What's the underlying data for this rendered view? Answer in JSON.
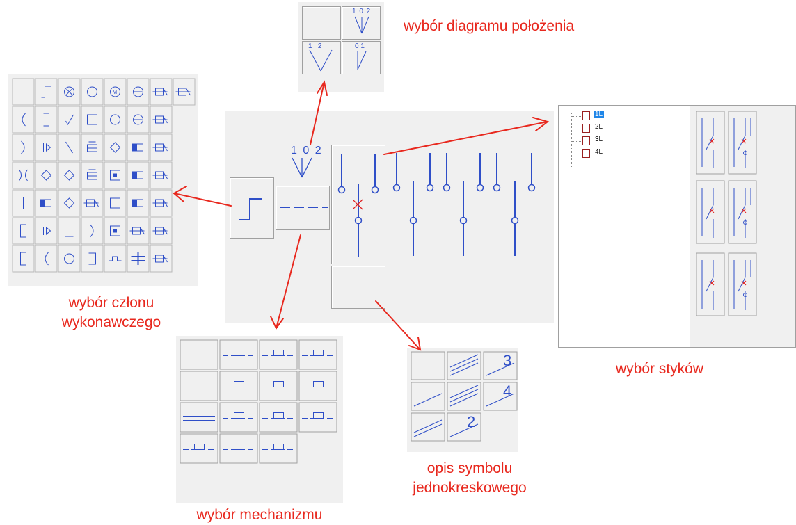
{
  "captions": {
    "position_diagram": "wybór diagramu położenia",
    "actuator_line1": "wybór członu",
    "actuator_line2": "wykonawczego",
    "contacts": "wybór styków",
    "mechanism": "wybór mechanizmu",
    "single_line_line1": "opis symbolu",
    "single_line_line2": "jednokreskowego"
  },
  "position_diagram_labels": {
    "top_right": "1 0 2",
    "bottom_left": "1   2",
    "bottom_right": "0 1",
    "preview": "1 0 2"
  },
  "contacts_tree": {
    "items": [
      {
        "label": "1L",
        "selected": true
      },
      {
        "label": "2L",
        "selected": false
      },
      {
        "label": "3L",
        "selected": false
      },
      {
        "label": "4L",
        "selected": false
      }
    ]
  },
  "single_line_labels": [
    "3",
    "4",
    "2"
  ],
  "colors": {
    "arrow": "#e8281e",
    "symbol": "#2f4fc8",
    "contact_x": "#e02020",
    "panel": "#f0f0f0"
  }
}
